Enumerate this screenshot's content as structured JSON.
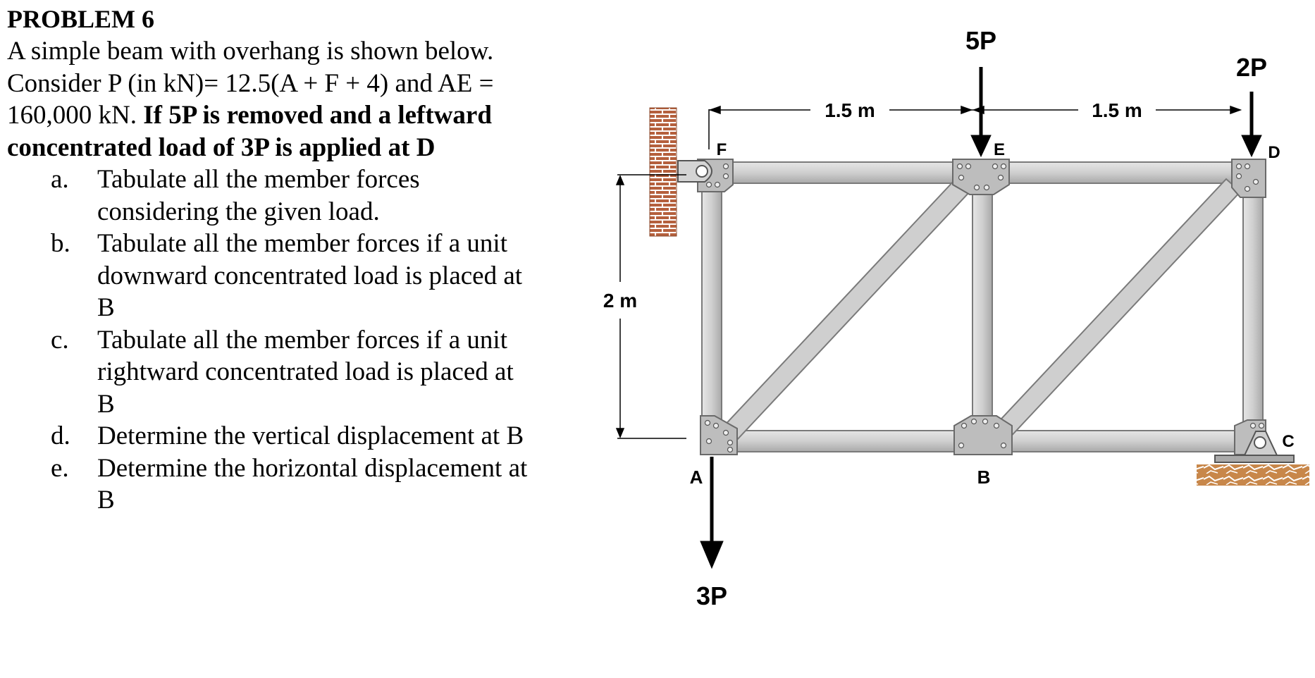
{
  "problem": {
    "title": "PROBLEM 6",
    "intro_line1": "A simple beam with overhang is shown below.",
    "intro_line2": "Consider P (in kN)= 12.5(A + F + 4) and AE =",
    "intro_line3_normal": "160,000 kN. ",
    "intro_line3_bold": "If 5P is removed and a leftward",
    "intro_line4_bold": "concentrated load of 3P is applied at D",
    "tasks": [
      {
        "marker": "a.",
        "lines": [
          "Tabulate all the member forces",
          "considering the given load."
        ]
      },
      {
        "marker": "b.",
        "lines": [
          "Tabulate all the member forces if a unit",
          "downward concentrated load is placed at",
          "B"
        ]
      },
      {
        "marker": "c.",
        "lines": [
          "Tabulate all the member forces if a unit",
          "rightward concentrated load is placed at",
          "B"
        ]
      },
      {
        "marker": "d.",
        "lines": [
          "Determine the vertical displacement at B"
        ]
      },
      {
        "marker": "e.",
        "lines": [
          "Determine the horizontal displacement at",
          "B"
        ]
      }
    ]
  },
  "figure": {
    "loads": {
      "top_center": "5P",
      "top_right": "2P",
      "bottom_left": "3P"
    },
    "dimensions": {
      "left_span": "1.5 m",
      "right_span": "1.5 m",
      "height": "2 m"
    },
    "nodes": {
      "F": "F",
      "E": "E",
      "D": "D",
      "A": "A",
      "B": "B",
      "C": "C"
    },
    "colors": {
      "member": "#c8c8c8",
      "member_edge": "#7a7a7a",
      "gusset": "#b8b8b8",
      "brick": "#b5603d",
      "ground": "#c8874a"
    }
  }
}
